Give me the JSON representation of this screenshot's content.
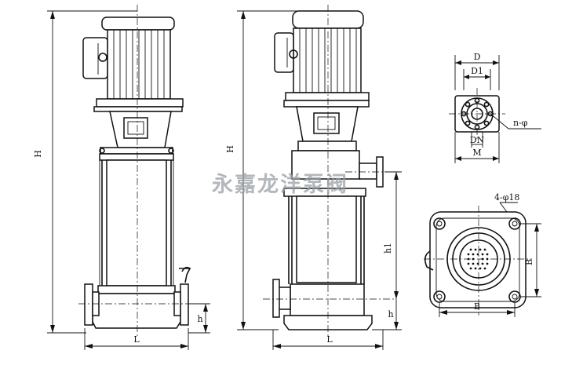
{
  "watermark": "永嘉龙洋泵阀",
  "labels": {
    "H_left": "H",
    "L_left": "L",
    "h_left": "h",
    "H_right": "H",
    "L_right": "L",
    "h_right": "h",
    "h1": "h1",
    "D": "D",
    "D1": "D1",
    "DN": "DN",
    "M": "M",
    "n_phi": "n-φ",
    "holes": "4-φ18",
    "B_bottom": "B",
    "B_right": "B"
  }
}
